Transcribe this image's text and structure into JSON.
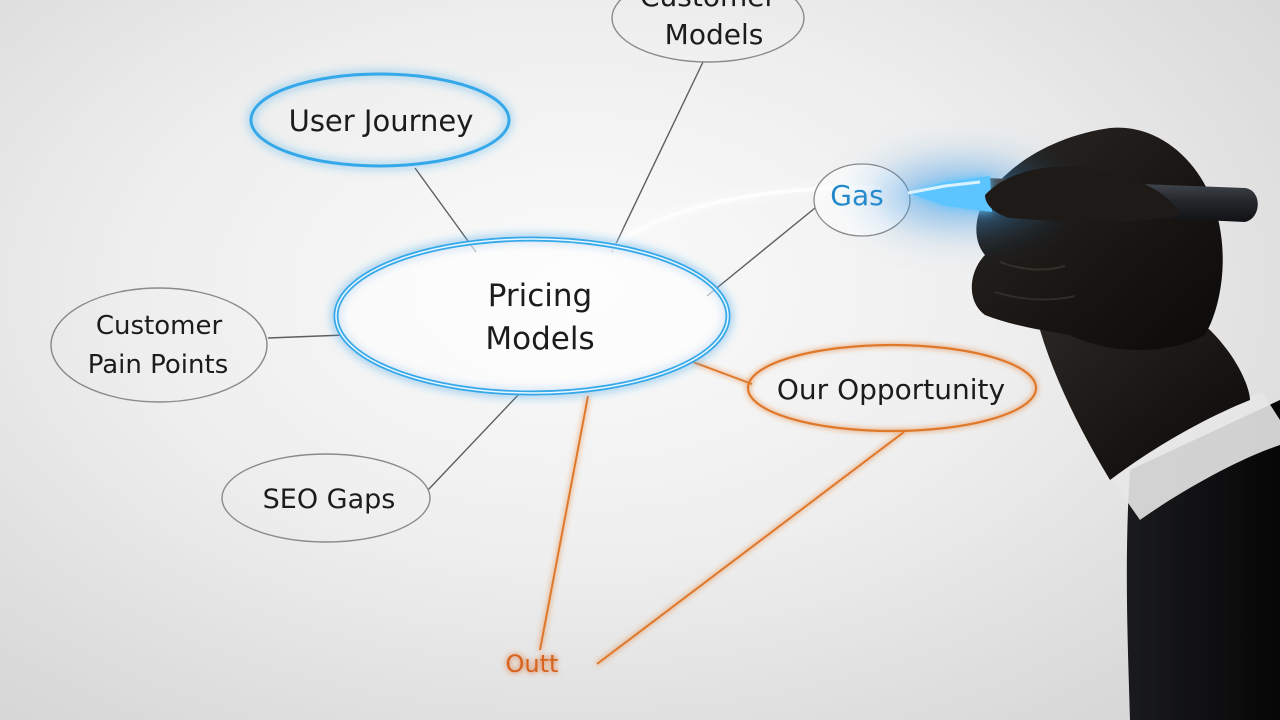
{
  "mindmap": {
    "center": {
      "line1": "Pricing",
      "line2": "Models"
    },
    "nodes": {
      "customer_models": {
        "line1": "Customer",
        "line2": "Models"
      },
      "user_journey": {
        "label": "User Journey"
      },
      "gas": {
        "label": "Gas"
      },
      "customer_pain_points": {
        "line1": "Customer",
        "line2": "Pain Points"
      },
      "our_opportunity": {
        "label": "Our Opportunity"
      },
      "seo_gaps": {
        "label": "SEO Gaps"
      },
      "outt": {
        "label": "Outt"
      }
    }
  },
  "colors": {
    "glow_blue": "#35a8ea",
    "accent_orange": "#e0782a",
    "gas_text": "#2489c9",
    "outline_gray": "#8a8a8a",
    "ink": "#1c1c1c"
  }
}
